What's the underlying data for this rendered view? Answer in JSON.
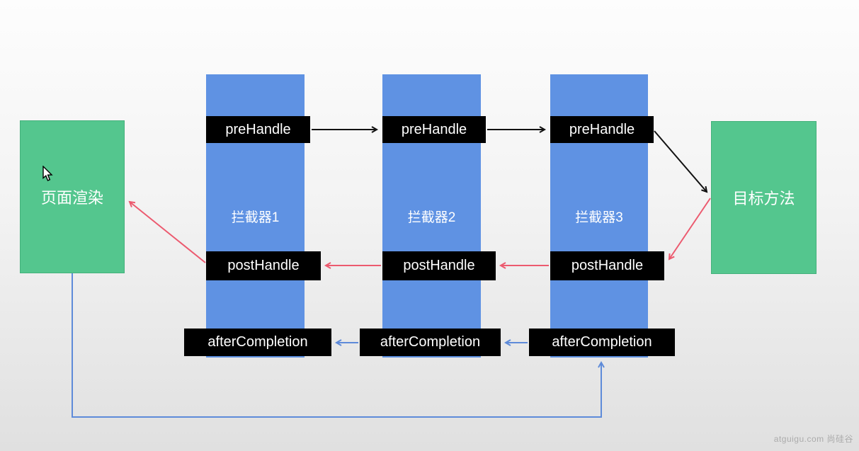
{
  "colors": {
    "bg-top": "#fdfdfd",
    "bg-bottom": "#e0e0e0",
    "interceptor-blue": "#5f92e3",
    "box-green": "#54c68e",
    "green-border": "#45b17c",
    "label-bg": "#000000",
    "label-text": "#ffffff",
    "arrow-black": "#111111",
    "arrow-red": "#ec5a6f",
    "arrow-blue": "#5e8bd9",
    "watermark": "#ababab"
  },
  "diagram": {
    "page_render_box": {
      "label": "页面渲染"
    },
    "target_method_box": {
      "label": "目标方法"
    },
    "interceptors": [
      {
        "name": "拦截器1",
        "pre_handle": "preHandle",
        "post_handle": "postHandle",
        "after_completion": "afterCompletion"
      },
      {
        "name": "拦截器2",
        "pre_handle": "preHandle",
        "post_handle": "postHandle",
        "after_completion": "afterCompletion"
      },
      {
        "name": "拦截器3",
        "pre_handle": "preHandle",
        "post_handle": "postHandle",
        "after_completion": "afterCompletion"
      }
    ]
  },
  "watermark": {
    "text": "atguigu.com 尚硅谷"
  }
}
